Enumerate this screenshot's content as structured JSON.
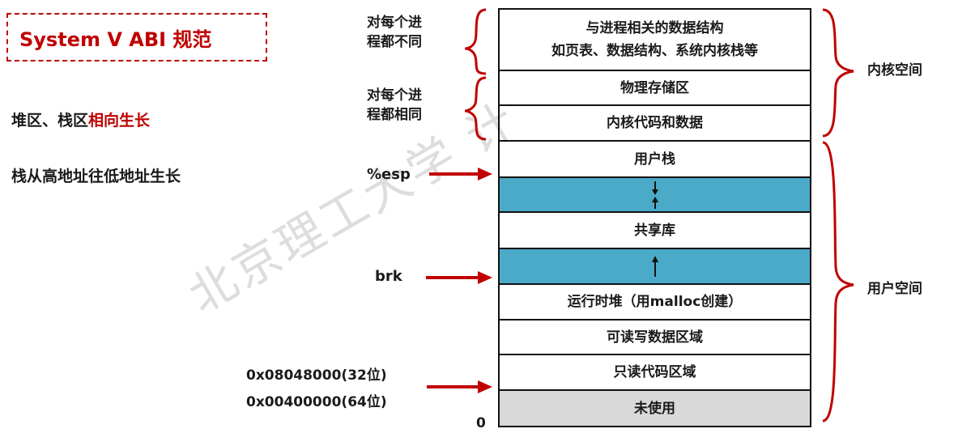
{
  "title": "System V ABI 规范",
  "notes": {
    "line1_prefix": "堆区、栈区",
    "line1_highlight": "相向生长",
    "line2": "栈从高地址往低地址生长"
  },
  "watermark": "北京理工大学 计",
  "segments": [
    {
      "id": "kernel-data",
      "line1": "与进程相关的数据结构",
      "line2": "如页表、数据结构、系统内核栈等"
    },
    {
      "id": "phys-mem",
      "label": "物理存储区"
    },
    {
      "id": "kernel-code",
      "label": "内核代码和数据"
    },
    {
      "id": "user-stack",
      "label": "用户栈"
    },
    {
      "id": "gap-1",
      "label": ""
    },
    {
      "id": "shared-lib",
      "label": "共享库"
    },
    {
      "id": "gap-2",
      "label": ""
    },
    {
      "id": "heap",
      "label": "运行时堆（用malloc创建）"
    },
    {
      "id": "rw-data",
      "label": "可读写数据区域"
    },
    {
      "id": "ro-code",
      "label": "只读代码区域"
    },
    {
      "id": "unused",
      "label": "未使用"
    }
  ],
  "left_labels": {
    "per_process_diff_1": "对每个进",
    "per_process_diff_2": "程都不同",
    "per_process_same_1": "对每个进",
    "per_process_same_2": "程都相同",
    "esp": "%esp",
    "brk": "brk",
    "addr32": "0x08048000(32位)",
    "addr64": "0x00400000(64位)",
    "zero": "0"
  },
  "right_labels": {
    "kernel_space": "内核空间",
    "user_space": "用户空间"
  },
  "colors": {
    "accent": "#c00000",
    "gap_fill": "#4aaac8",
    "unused_fill": "#d9d9d9"
  }
}
